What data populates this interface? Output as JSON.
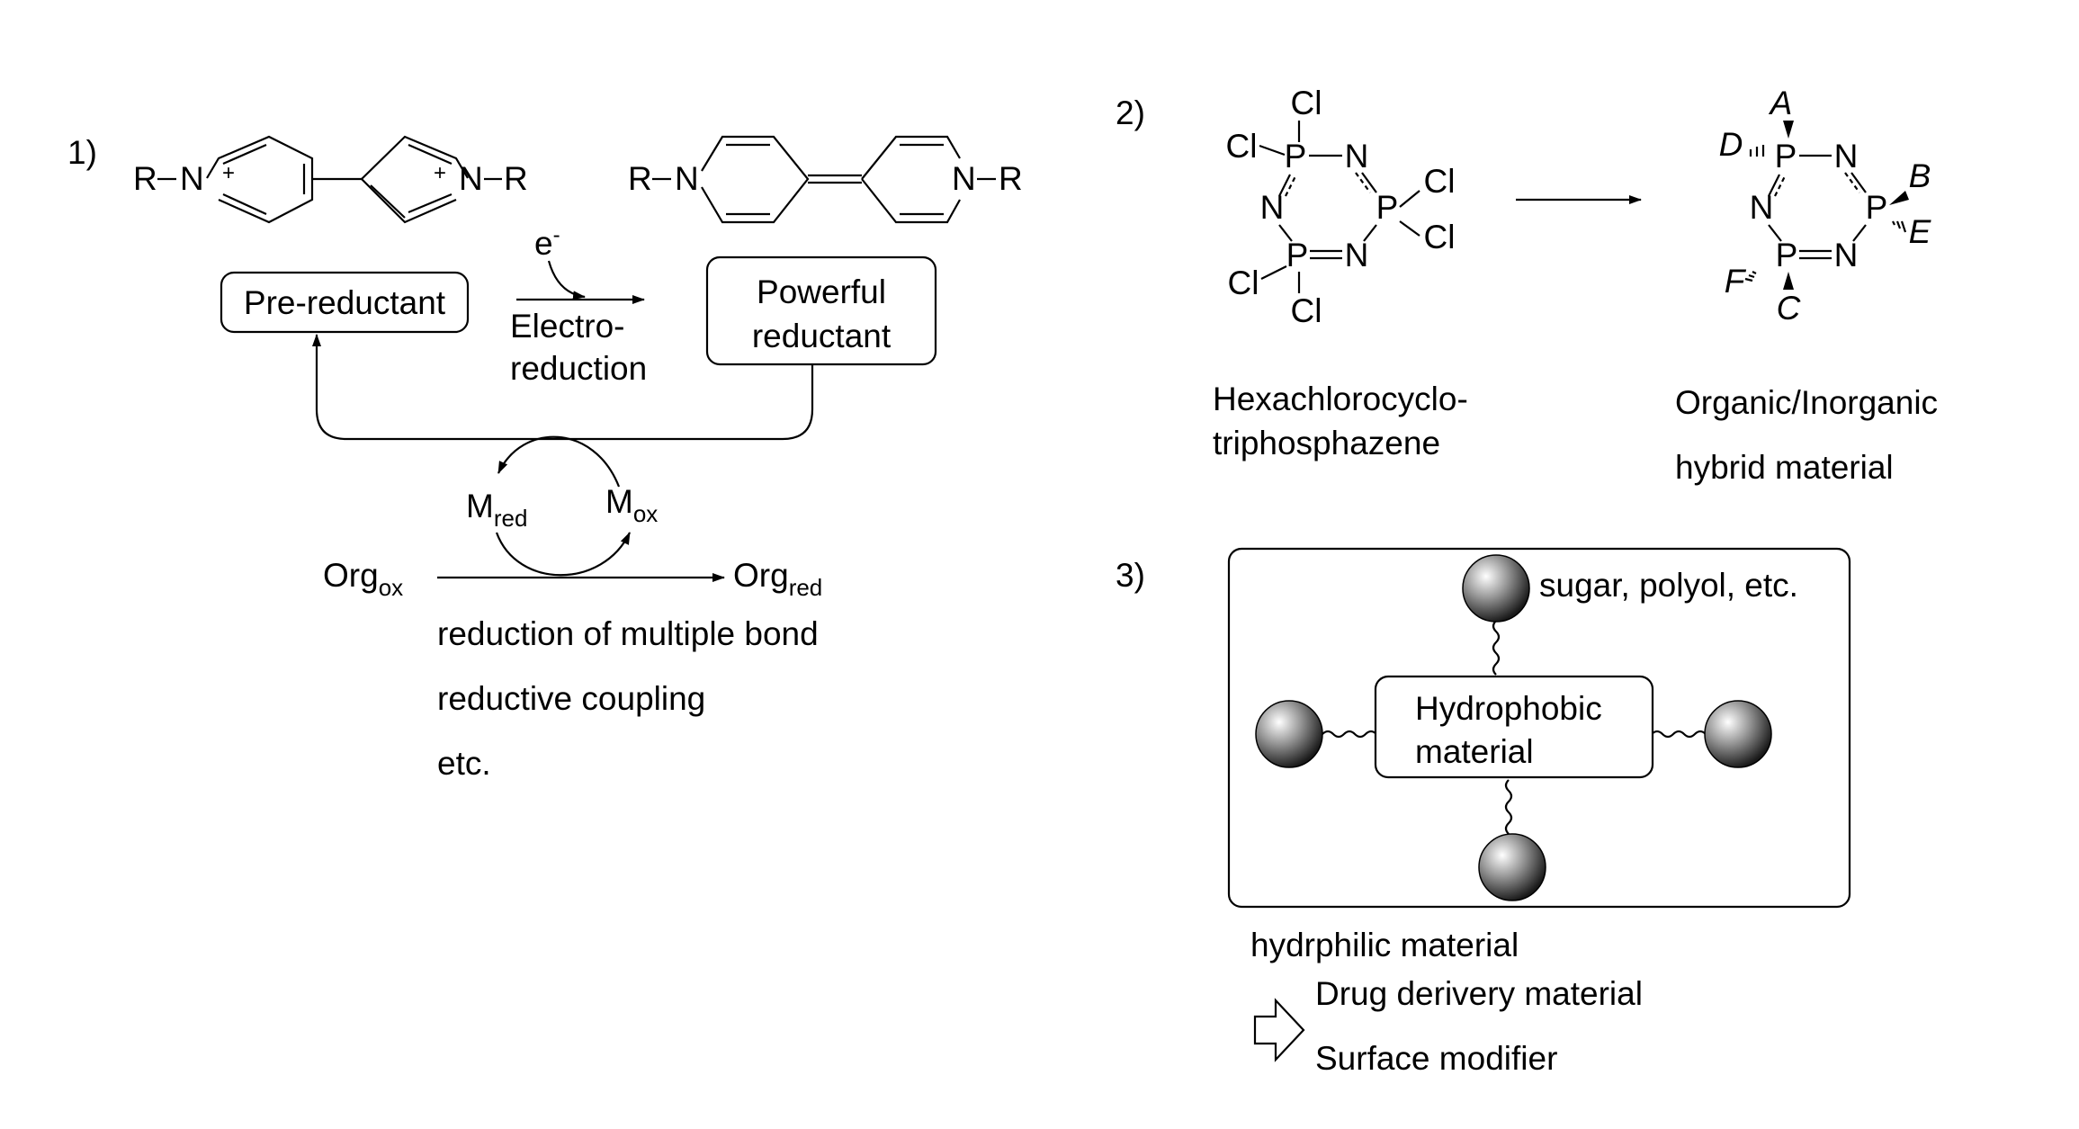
{
  "panel1": {
    "number": "1)",
    "viologen_atoms": [
      "R",
      "N",
      "+",
      "+",
      "N",
      "R"
    ],
    "reduced_atoms": [
      "R",
      "N",
      "N",
      "R"
    ],
    "electron": "e",
    "electron_sup": "-",
    "pre_reductant": "Pre-reductant",
    "electroreduction_line1": "Electro-",
    "electroreduction_line2": "reduction",
    "powerful_line1": "Powerful",
    "powerful_line2": "reductant",
    "m_red_main": "M",
    "m_red_sub": "red",
    "m_ox_main": "M",
    "m_ox_sub": "ox",
    "org_ox_main": "Org",
    "org_ox_sub": "ox",
    "org_red_main": "Org",
    "org_red_sub": "red",
    "apps": [
      "reduction of multiple bond",
      "reductive coupling",
      "etc."
    ]
  },
  "panel2": {
    "number": "2)",
    "atoms": {
      "P": "P",
      "N": "N",
      "Cl": "Cl"
    },
    "substituents": [
      "A",
      "B",
      "C",
      "D",
      "E",
      "F"
    ],
    "reactant_line1": "Hexachlorocyclo-",
    "reactant_line2": "triphosphazene",
    "product_line1": "Organic/Inorganic",
    "product_line2": "hybrid material"
  },
  "panel3": {
    "number": "3)",
    "sugar": "sugar, polyol, etc.",
    "hydrophobic_line1": "Hydrophobic",
    "hydrophobic_line2": "material",
    "hydrophilic": "hydrphilic material",
    "uses": [
      "Drug derivery material",
      "Surface modifier"
    ]
  }
}
